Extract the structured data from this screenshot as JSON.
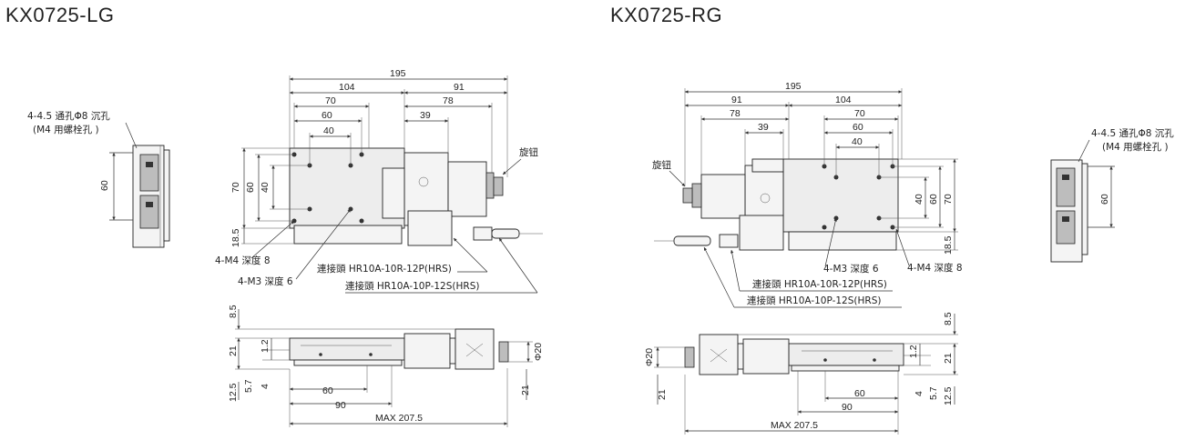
{
  "titles": {
    "left": "KX0725-LG",
    "right": "KX0725-RG"
  },
  "dims": {
    "d195": "195",
    "d104": "104",
    "d91": "91",
    "d70": "70",
    "d78": "78",
    "d60": "60",
    "d40": "40",
    "d39": "39",
    "d18_5": "18.5",
    "d8_5": "8.5",
    "d21": "21",
    "d1_2": "1.2",
    "d5_7": "5.7",
    "d4": "4",
    "d12_5": "12.5",
    "d90": "90",
    "max": "MAX 207.5",
    "phi20": "Φ20"
  },
  "notes": {
    "knob": "旋钮",
    "hole_line1": "4-4.5 通孔Φ8 沉孔",
    "hole_line2": "(M4 用螺栓孔 )",
    "m4": "4-M4 深度 8",
    "m3": "4-M3 深度 6",
    "conn1": "連接頭 HR10A-10R-12P(HRS)",
    "conn2": "連接頭 HR10A-10P-12S(HRS)"
  }
}
